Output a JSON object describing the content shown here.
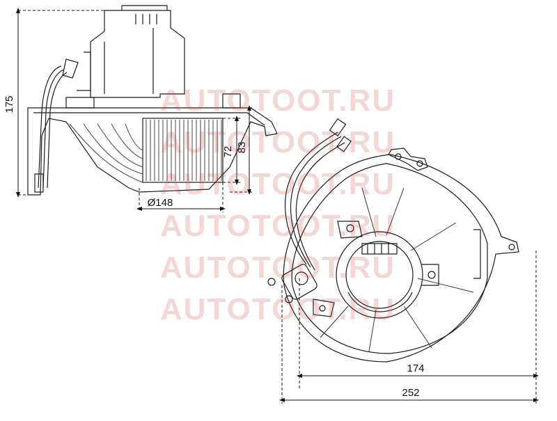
{
  "side_view": {
    "height_label": "175",
    "inner_height_label": "72",
    "outer_height_label": "83",
    "diameter_label": "Ø148"
  },
  "top_view": {
    "inner_width_label": "174",
    "outer_width_label": "252"
  },
  "watermark": {
    "text": "AUTOTOOT.RU",
    "lines": [
      "AUTOTOOT.RU",
      "AUTOTOOT.RU",
      "AUTOTOOT.RU",
      "AUTOTOOT.RU",
      "AUTOTOOT.RU",
      "AUTOTOOT.RU"
    ],
    "color": "#cd4646"
  },
  "colors": {
    "line": "#1a1a1a",
    "fan": "#555555"
  }
}
